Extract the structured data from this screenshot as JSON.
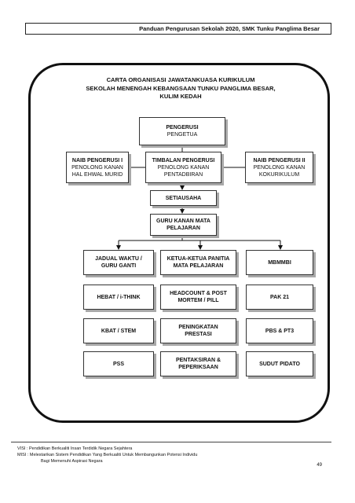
{
  "header": {
    "text": "Panduan Pengurusan Sekolah 2020, SMK Tunku Panglima Besar"
  },
  "title": {
    "line1": "CARTA ORGANISASI JAWATANKUASA KURIKULUM",
    "line2": "SEKOLAH MENENGAH KEBANGSAAN TUNKU PANGLIMA BESAR,",
    "line3": "KULIM KEDAH"
  },
  "nodes": {
    "pengerusi": {
      "title": "PENGERUSI",
      "sub": "PENGETUA"
    },
    "naib1": {
      "title": "NAIB PENGERUSI I",
      "sub1": "PENOLONG KANAN",
      "sub2": "HAL EHWAL MURID"
    },
    "timbalan": {
      "title": "TIMBALAN PENGERUSI",
      "sub1": "PENOLONG KANAN",
      "sub2": "PENTADBIRAN"
    },
    "naib2": {
      "title": "NAIB PENGERUSI II",
      "sub1": "PENOLONG KANAN",
      "sub2": "KOKURIKULUM"
    },
    "setiausaha": {
      "title": "SETIAUSAHA"
    },
    "gkmp": {
      "line1": "GURU KANAN MATA",
      "line2": "PELAJARAN"
    },
    "jadual": {
      "line1": "JADUAL WAKTU /",
      "line2": "GURU GANTI"
    },
    "ketua": {
      "line1": "KETUA-KETUA PANITIA",
      "line2": "MATA PELAJARAN"
    },
    "mbmmbi": {
      "line1": "MBMMBI"
    },
    "hebat": {
      "line1": "HEBAT / i-THINK"
    },
    "headcount": {
      "line1": "HEADCOUNT & POST",
      "line2": "MORTEM / PILL"
    },
    "pak21": {
      "line1": "PAK 21"
    },
    "kbat": {
      "line1": "KBAT / STEM"
    },
    "peningkatan": {
      "line1": "PENINGKATAN",
      "line2": "PRESTASI"
    },
    "pbs": {
      "line1": "PBS & PT3"
    },
    "pss": {
      "line1": "PSS"
    },
    "pentaksiran": {
      "line1": "PENTAKSIRAN &",
      "line2": "PEPERIKSAAN"
    },
    "sudut": {
      "line1": "SUDUT PIDATO"
    }
  },
  "footer": {
    "visi": "VISI  : Pendidikan Berkualiti Insan Terdidik Negara Sejahtera",
    "misi": "MISI : Melestarikan Sistem Pendidikan Yang Berkualiti Untuk Membangunkan Potensi Individu",
    "misi2": "Bagi Memenuhi Aspirasi Negara",
    "page": "49"
  }
}
